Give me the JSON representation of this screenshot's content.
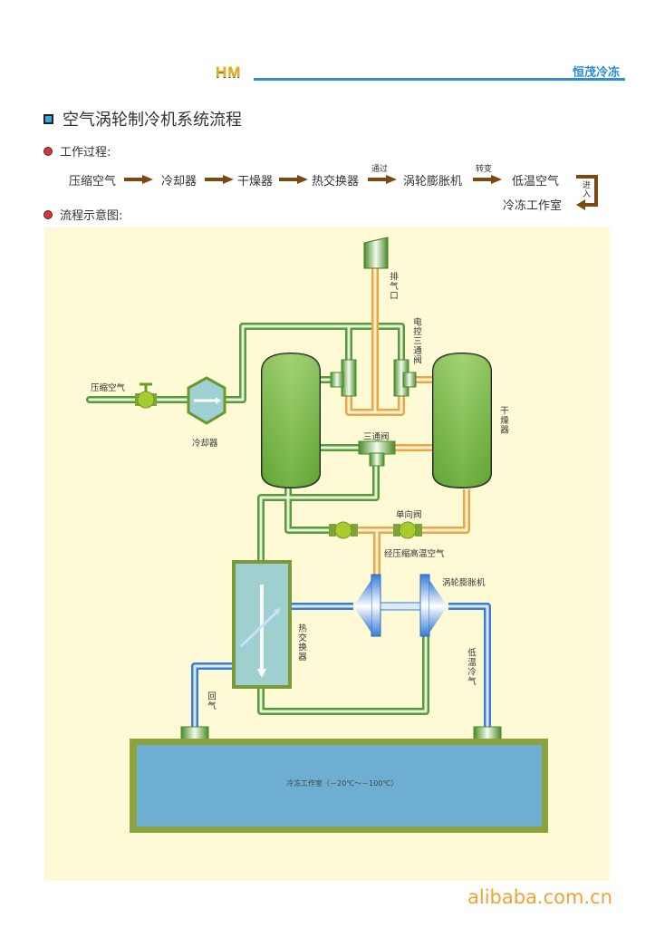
{
  "header": {
    "logo": "HM",
    "brand": "恒茂冷冻",
    "accent_color": "#2f8fd6"
  },
  "section": {
    "title": "空气涡轮制冷机系统流程",
    "work_process_label": "工作过程:",
    "diagram_label": "流程示意图:"
  },
  "process_flow": {
    "steps": [
      "压缩空气",
      "冷却器",
      "干燥器",
      "热交换器",
      "涡轮膨胀机",
      "低温空气",
      "冷冻工作室"
    ],
    "connectors": [
      "",
      "",
      "",
      "通过",
      "转变",
      "进入"
    ]
  },
  "diagram": {
    "labels": {
      "compressed_air": "压缩空气",
      "cooler": "冷却器",
      "exhaust": "排气口",
      "electric_valve": "电控三通阀",
      "dryer": "干燥器",
      "three_way_valve": "三通阀",
      "check_valve": "单向阀",
      "hot_compressed_air": "经压缩高温空气",
      "turbo_expander": "涡轮膨胀机",
      "heat_exchanger": "热交换器",
      "return_air": "回气",
      "cold_air": "低温冷气",
      "cold_room": "冷冻工作室（－20℃～－100℃）"
    },
    "colors": {
      "background": "#fffad6",
      "green_pipe": "#6aa84f",
      "orange_pipe": "#f0a640",
      "blue_pipe": "#3a7bd5",
      "tank": "#8cc862",
      "room_fill": "#6eaed2",
      "room_border": "#8aa33c"
    }
  },
  "footer": {
    "watermark": "alibaba.com.cn"
  }
}
